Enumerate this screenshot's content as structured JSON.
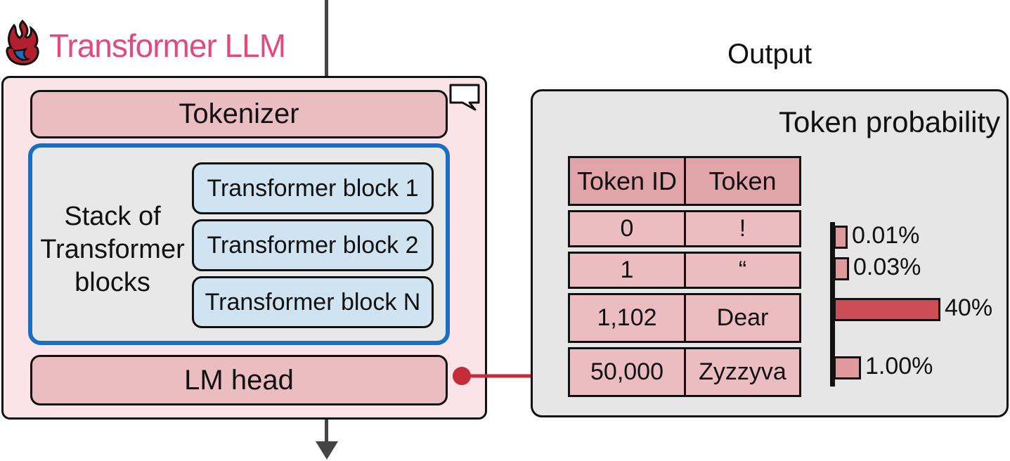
{
  "header": {
    "title": "Transformer LLM"
  },
  "model": {
    "tokenizer_label": "Tokenizer",
    "stack_label_lines": [
      "Stack of",
      "Transformer",
      "blocks"
    ],
    "blocks": [
      "Transformer block 1",
      "Transformer block 2",
      "Transformer block N"
    ],
    "lm_head_label": "LM head"
  },
  "output": {
    "title": "Output",
    "panel_title": "Token probability",
    "table": {
      "headers": [
        "Token ID",
        "Token"
      ],
      "rows": [
        {
          "id": "0",
          "token": "!"
        },
        {
          "id": "1",
          "token": "“"
        },
        {
          "id": "1,102",
          "token": "Dear"
        },
        {
          "id": "50,000",
          "token": "Zyzzyva"
        }
      ]
    },
    "probabilities": [
      {
        "label": "0.01%",
        "value": 0.0001
      },
      {
        "label": "0.03%",
        "value": 0.0003
      },
      {
        "label": "40%",
        "value": 0.4
      },
      {
        "label": "1.00%",
        "value": 0.01
      }
    ]
  },
  "colors": {
    "title_accent": "#e24a7c",
    "panel_pink": "#fbe3e8",
    "box_pink": "#ecbdc0",
    "stack_blue_border": "#1a6fbf",
    "block_blue": "#cfe3f0",
    "connector_red": "#c32b38",
    "bar_highlight": "#cc4d55"
  }
}
